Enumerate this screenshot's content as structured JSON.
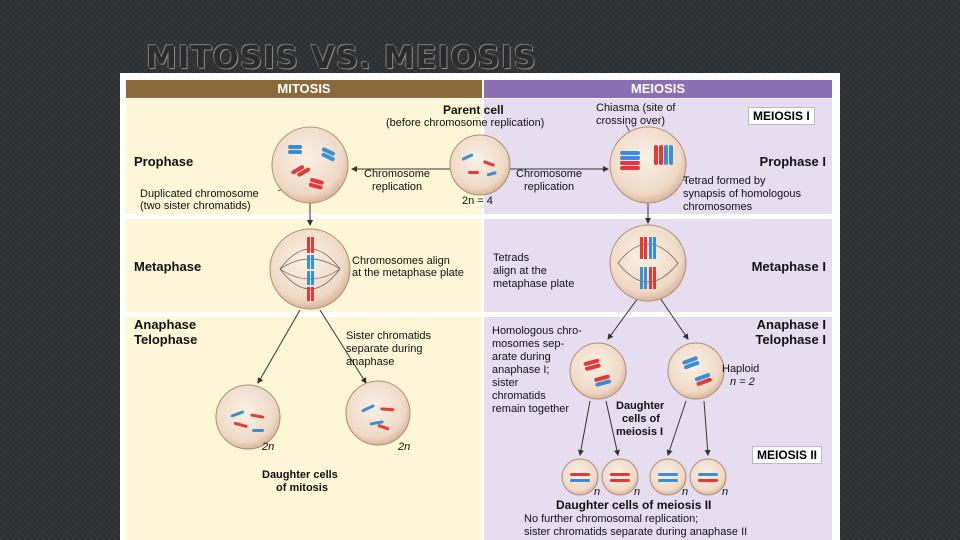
{
  "slide": {
    "title": "MITOSIS VS. MEIOSIS"
  },
  "colors": {
    "mitosis_header": "#8a6a3a",
    "meiosis_header": "#8a6fb5",
    "mitosis_panel": "#fdf7d8",
    "meiosis_panel": "#e6def0",
    "chromosome_red": "#e23a3a",
    "chromosome_blue": "#3a8ed6"
  },
  "headers": {
    "mitosis": "MITOSIS",
    "meiosis": "MEIOSIS"
  },
  "parent": {
    "title": "Parent cell",
    "subtitle": "(before chromosome replication)",
    "ploidy": "2n = 4"
  },
  "mitosis": {
    "prophase": "Prophase",
    "duplicated_line1": "Duplicated chromosome",
    "duplicated_line2": "(two sister chromatids)",
    "replication_line1": "Chromosome",
    "replication_line2": "replication",
    "metaphase": "Metaphase",
    "align_line1": "Chromosomes align",
    "align_line2": "at the metaphase plate",
    "anaphase": "Anaphase",
    "telophase": "Telophase",
    "sister_line1": "Sister chromatids",
    "sister_line2": "separate during",
    "sister_line3": "anaphase",
    "ploidy_left": "2n",
    "ploidy_right": "2n",
    "daughters_line1": "Daughter cells",
    "daughters_line2": "of mitosis"
  },
  "meiosis": {
    "label_1": "MEIOSIS I",
    "chiasma_line1": "Chiasma (site of",
    "chiasma_line2": "crossing over)",
    "replication_line1": "Chromosome",
    "replication_line2": "replication",
    "prophase": "Prophase I",
    "tetrad_line1": "Tetrad formed by",
    "tetrad_line2": "synapsis of homologous",
    "tetrad_line3": "chromosomes",
    "tetrads_line1": "Tetrads",
    "tetrads_line2": "align at the",
    "tetrads_line3": "metaphase plate",
    "metaphase": "Metaphase I",
    "anaphase": "Anaphase I",
    "telophase": "Telophase I",
    "homologous": [
      "Homologous chro-",
      "mosomes sep-",
      "arate during",
      "anaphase I;",
      "sister",
      "chromatids",
      "remain together"
    ],
    "haploid": "Haploid",
    "haploid_n": "n = 2",
    "daughters1_line1": "Daughter",
    "daughters1_line2": "cells of",
    "daughters1_line3": "meiosis I",
    "label_2": "MEIOSIS II",
    "n_labels": [
      "n",
      "n",
      "n",
      "n"
    ],
    "daughters2": "Daughter cells of meiosis II",
    "note_line1": "No further chromosomal replication;",
    "note_line2": "sister chromatids separate during anaphase II"
  }
}
